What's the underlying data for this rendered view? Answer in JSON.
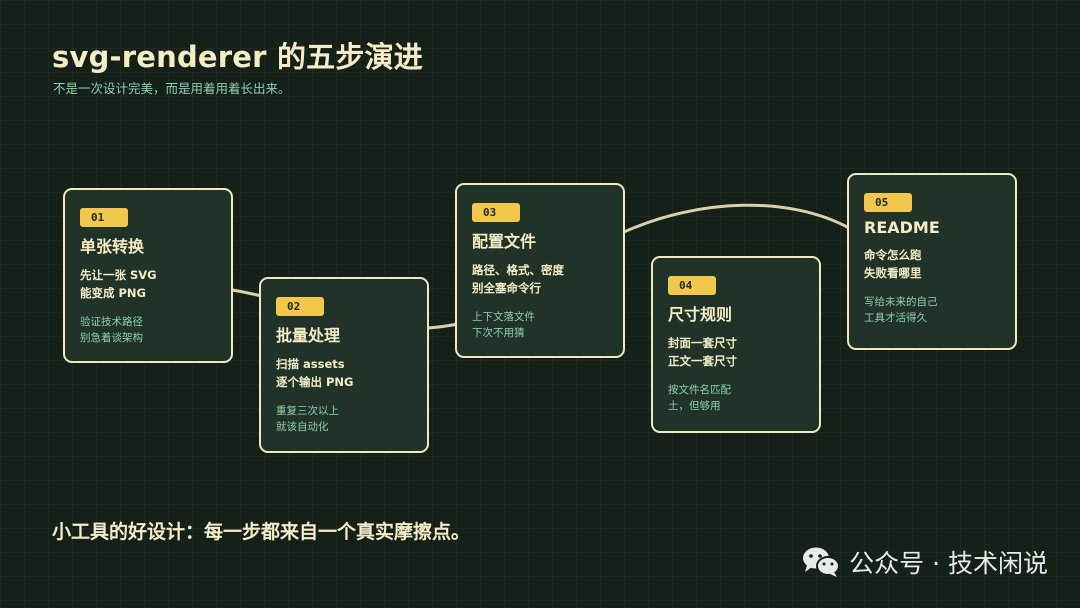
{
  "title": "svg-renderer 的五步演进",
  "subtitle": "不是一次设计完美，而是用着用着长出来。",
  "steps": [
    {
      "badge": "01",
      "title": "单张转换",
      "desc": [
        "先让一张 SVG",
        "能变成 PNG"
      ],
      "note": [
        "验证技术路径",
        "别急着谈架构"
      ]
    },
    {
      "badge": "02",
      "title": "批量处理",
      "desc": [
        "扫描 assets",
        "逐个输出 PNG"
      ],
      "note": [
        "重复三次以上",
        "就该自动化"
      ]
    },
    {
      "badge": "03",
      "title": "配置文件",
      "desc": [
        "路径、格式、密度",
        "别全塞命令行"
      ],
      "note": [
        "上下文落文件",
        "下次不用猜"
      ]
    },
    {
      "badge": "04",
      "title": "尺寸规则",
      "desc": [
        "封面一套尺寸",
        "正文一套尺寸"
      ],
      "note": [
        "按文件名匹配",
        "土，但够用"
      ]
    },
    {
      "badge": "05",
      "title": "README",
      "desc": [
        "命令怎么跑",
        "失败看哪里"
      ],
      "note": [
        "写给未来的自己",
        "工具才活得久"
      ]
    }
  ],
  "footer": "小工具的好设计：每一步都来自一个真实摩擦点。",
  "watermark": {
    "text": "公众号 · 技术闲说",
    "icon": "wechat-icon"
  },
  "colors": {
    "background": "#142018",
    "card_background": "#213328",
    "card_border": "#f1e6bf",
    "badge": "#f1c84b",
    "text_primary": "#f4ecc6",
    "text_accent": "#8fd0b0"
  }
}
